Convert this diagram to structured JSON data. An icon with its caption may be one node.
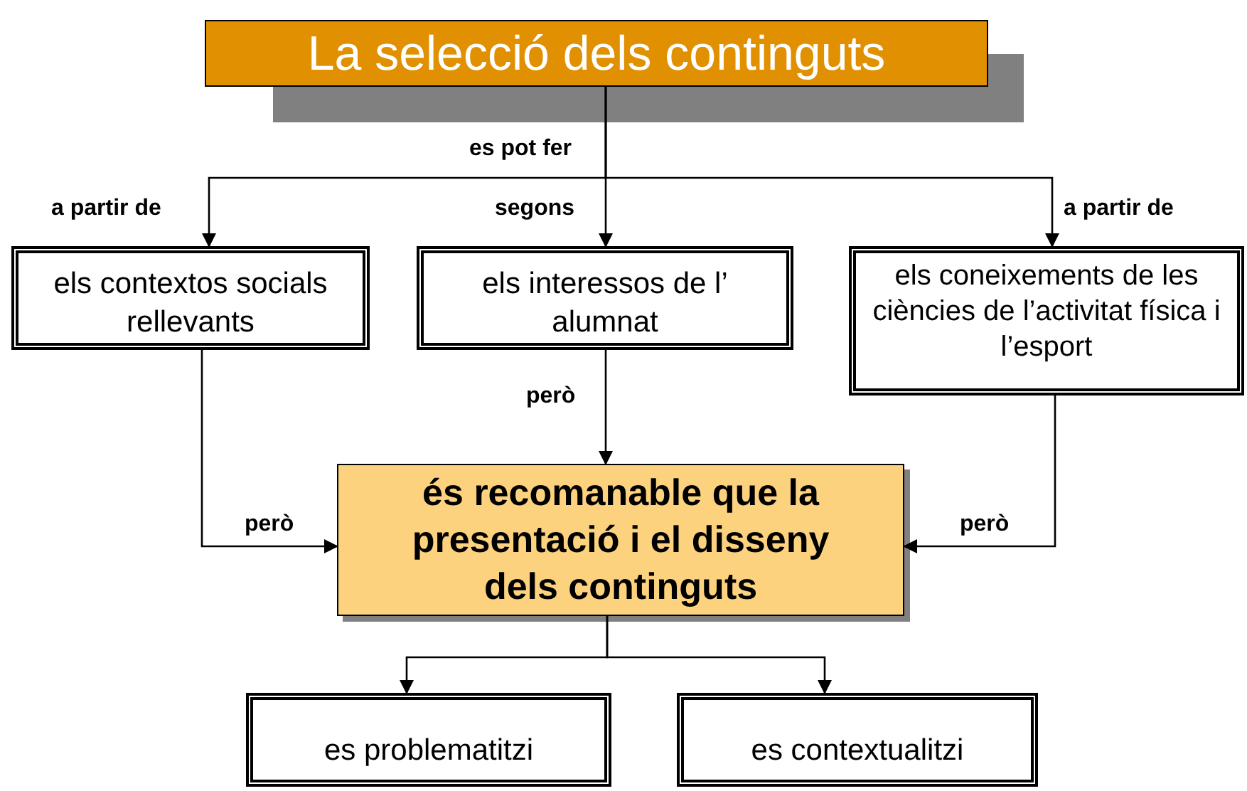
{
  "diagram": {
    "nodes": [
      {
        "text": [
          "La selecció dels continguts"
        ]
      },
      {
        "text": [
          "els contextos socials rellevants"
        ]
      },
      {
        "text": [
          "els interessos de l’ alumnat"
        ]
      },
      {
        "text": [
          "els coneixements de les ciències de l’activitat física i l’esport"
        ]
      },
      {
        "text": [
          "és recomanable que la presentació i el disseny dels continguts"
        ]
      },
      {
        "text": [
          "es problematitzi"
        ]
      },
      {
        "text": [
          "es contextualitzi"
        ]
      }
    ],
    "edges": [
      {
        "from": 0,
        "to": 1,
        "arrow": "to",
        "label": "a partir de"
      },
      {
        "from": 0,
        "to": 2,
        "arrow": "to",
        "label": "segons"
      },
      {
        "from": 0,
        "to": 3,
        "arrow": "to",
        "label": "a partir de"
      },
      {
        "from": 1,
        "to": 4,
        "arrow": "to",
        "label": "però"
      },
      {
        "from": 2,
        "to": 4,
        "arrow": "to",
        "label": "però"
      },
      {
        "from": 3,
        "to": 4,
        "arrow": "to",
        "label": "però"
      },
      {
        "from": 4,
        "to": 5,
        "arrow": "to"
      },
      {
        "from": 4,
        "to": 6,
        "arrow": "to"
      }
    ],
    "labels": [
      "es pot fer"
    ]
  }
}
